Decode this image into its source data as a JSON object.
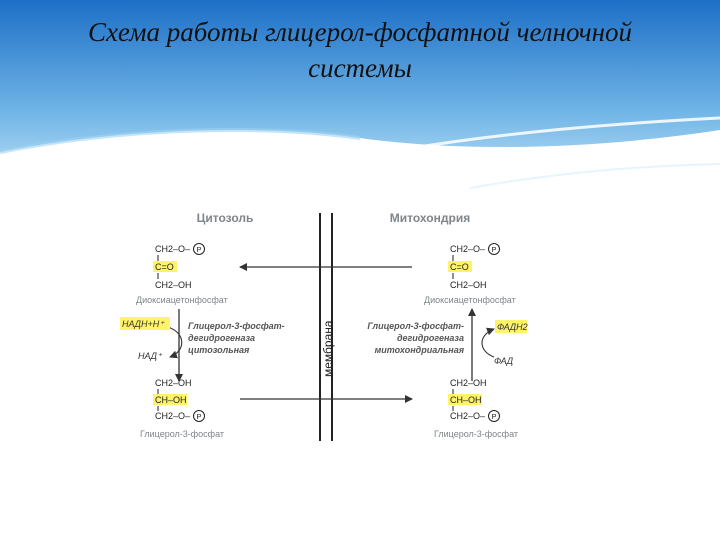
{
  "title": {
    "line1": "Схема работы глицерол-фосфатной челночной",
    "line2": "системы"
  },
  "colors": {
    "sky_top": "#1e73c9",
    "sky_bottom": "#bfe3f7",
    "highlight": "#fff36b",
    "label_gray": "#7f8588"
  },
  "diagram": {
    "cytosol_label": "Цитозоль",
    "mito_label": "Митохондрия",
    "membrane_label": "мембрана",
    "left": {
      "top_l1": "CH2–O–",
      "top_p": "P",
      "top_l2": "C=O",
      "top_l3": "CH2–OH",
      "top_name": "Диоксиацетонфосфат",
      "bot_l1": "CH2–OH",
      "bot_l2": "CH–OH",
      "bot_l3": "CH2–O–",
      "bot_p": "P",
      "bot_name": "Глицерол-3-фосфат",
      "enzyme_1": "Глицерол-3-фосфат-",
      "enzyme_2": "дегидрогеназа",
      "enzyme_3": "цитозольная",
      "cof_1": "НАДН+Н⁺",
      "cof_2": "НАД⁺"
    },
    "right": {
      "top_l1": "CH2–O–",
      "top_p": "P",
      "top_l2": "C=O",
      "top_l3": "CH2–OH",
      "top_name": "Диоксиацетонфосфат",
      "bot_l1": "CH2–OH",
      "bot_l2": "CH–OH",
      "bot_l3": "CH2–O–",
      "bot_p": "P",
      "bot_name": "Глицерол-3-фосфат",
      "enzyme_1": "Глицерол-3-фосфат-",
      "enzyme_2": "дегидрогеназа",
      "enzyme_3": "митохондриальная",
      "cof_1": "ФАДН2",
      "cof_2": "ФАД"
    }
  }
}
